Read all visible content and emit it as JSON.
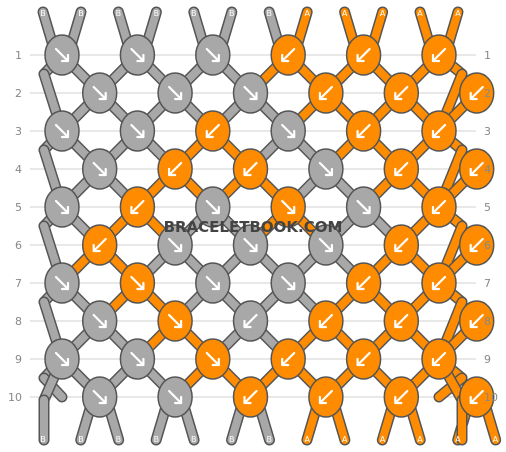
{
  "watermark": "BRACELETBOOK.COM",
  "colors": {
    "background": "#ffffff",
    "B": "#a8a8a8",
    "A": "#ff8c00",
    "outline": "#555555",
    "row_line": "#d0d0d0",
    "row_label": "#888888"
  },
  "top_strings": [
    "B",
    "B",
    "B",
    "B",
    "B",
    "B",
    "B",
    "A",
    "A",
    "A",
    "A",
    "A",
    "A",
    "A"
  ],
  "bottom_strings": [
    "B",
    "B",
    "B",
    "B",
    "B",
    "B",
    "B",
    "A",
    "A",
    "A",
    "A",
    "A",
    "A",
    "A"
  ],
  "rows_left": [
    "1",
    "2",
    "3",
    "4",
    "5",
    "6",
    "7",
    "8",
    "9",
    "10"
  ],
  "rows_right": [
    "1",
    "2",
    "3",
    "4",
    "5",
    "6",
    "7",
    "8",
    "9",
    "10"
  ],
  "knots": [
    [
      {
        "color": "B",
        "dir": "se"
      },
      {
        "color": "B",
        "dir": "se"
      },
      {
        "color": "B",
        "dir": "se"
      },
      {
        "color": "A",
        "dir": "sw"
      },
      {
        "color": "A",
        "dir": "sw"
      },
      {
        "color": "A",
        "dir": "sw"
      }
    ],
    [
      {
        "color": "B",
        "dir": "se"
      },
      {
        "color": "B",
        "dir": "se"
      },
      {
        "color": "B",
        "dir": "se"
      },
      {
        "color": "A",
        "dir": "sw"
      },
      {
        "color": "A",
        "dir": "sw"
      },
      {
        "color": "A",
        "dir": "sw"
      }
    ],
    [
      {
        "color": "B",
        "dir": "se"
      },
      {
        "color": "B",
        "dir": "se"
      },
      {
        "color": "A",
        "dir": "sw"
      },
      {
        "color": "B",
        "dir": "se"
      },
      {
        "color": "A",
        "dir": "sw"
      },
      {
        "color": "A",
        "dir": "sw"
      }
    ],
    [
      {
        "color": "B",
        "dir": "se"
      },
      {
        "color": "A",
        "dir": "sw"
      },
      {
        "color": "A",
        "dir": "sw"
      },
      {
        "color": "B",
        "dir": "se"
      },
      {
        "color": "A",
        "dir": "sw"
      },
      {
        "color": "A",
        "dir": "sw"
      }
    ],
    [
      {
        "color": "B",
        "dir": "se"
      },
      {
        "color": "A",
        "dir": "sw"
      },
      {
        "color": "B",
        "dir": "se"
      },
      {
        "color": "A",
        "dir": "se"
      },
      {
        "color": "B",
        "dir": "se"
      },
      {
        "color": "A",
        "dir": "sw"
      }
    ],
    [
      {
        "color": "A",
        "dir": "sw"
      },
      {
        "color": "B",
        "dir": "se"
      },
      {
        "color": "B",
        "dir": "se"
      },
      {
        "color": "B",
        "dir": "se"
      },
      {
        "color": "A",
        "dir": "sw"
      },
      {
        "color": "A",
        "dir": "sw"
      }
    ],
    [
      {
        "color": "B",
        "dir": "se"
      },
      {
        "color": "A",
        "dir": "se"
      },
      {
        "color": "B",
        "dir": "se"
      },
      {
        "color": "B",
        "dir": "se"
      },
      {
        "color": "A",
        "dir": "sw"
      },
      {
        "color": "A",
        "dir": "sw"
      }
    ],
    [
      {
        "color": "B",
        "dir": "se"
      },
      {
        "color": "A",
        "dir": "se"
      },
      {
        "color": "B",
        "dir": "sw"
      },
      {
        "color": "A",
        "dir": "sw"
      },
      {
        "color": "A",
        "dir": "sw"
      },
      {
        "color": "A",
        "dir": "sw"
      }
    ],
    [
      {
        "color": "B",
        "dir": "se"
      },
      {
        "color": "B",
        "dir": "se"
      },
      {
        "color": "A",
        "dir": "se"
      },
      {
        "color": "A",
        "dir": "sw"
      },
      {
        "color": "A",
        "dir": "sw"
      },
      {
        "color": "A",
        "dir": "sw"
      }
    ],
    [
      {
        "color": "B",
        "dir": "se"
      },
      {
        "color": "B",
        "dir": "se"
      },
      {
        "color": "A",
        "dir": "sw"
      },
      {
        "color": "A",
        "dir": "sw"
      },
      {
        "color": "A",
        "dir": "sw"
      },
      {
        "color": "A",
        "dir": "sw"
      }
    ]
  ]
}
